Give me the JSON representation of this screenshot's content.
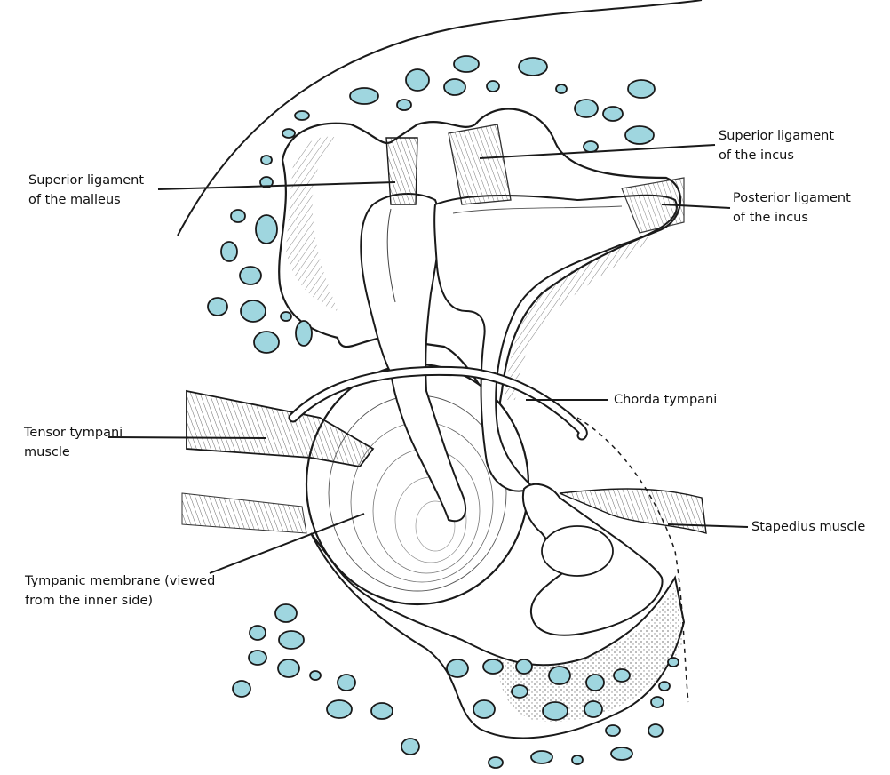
{
  "colors": {
    "ink": "#1a1a1a",
    "bone": "#ffffff",
    "marrow": "#9fd6df",
    "marrow_dark": "#5fb3c2"
  },
  "labels": {
    "sup_malleus": [
      "Superior ligament",
      "of the malleus"
    ],
    "sup_incus": [
      "Superior ligament",
      "of the incus"
    ],
    "post_incus": [
      "Posterior ligament",
      "of the incus"
    ],
    "chorda": [
      "Chorda tympani"
    ],
    "tensor": [
      "Tensor tympani",
      "muscle"
    ],
    "stapedius": [
      "Stapedius muscle"
    ],
    "membrane": [
      "Tympanic membrane (viewed",
      "from the inner side)"
    ]
  }
}
